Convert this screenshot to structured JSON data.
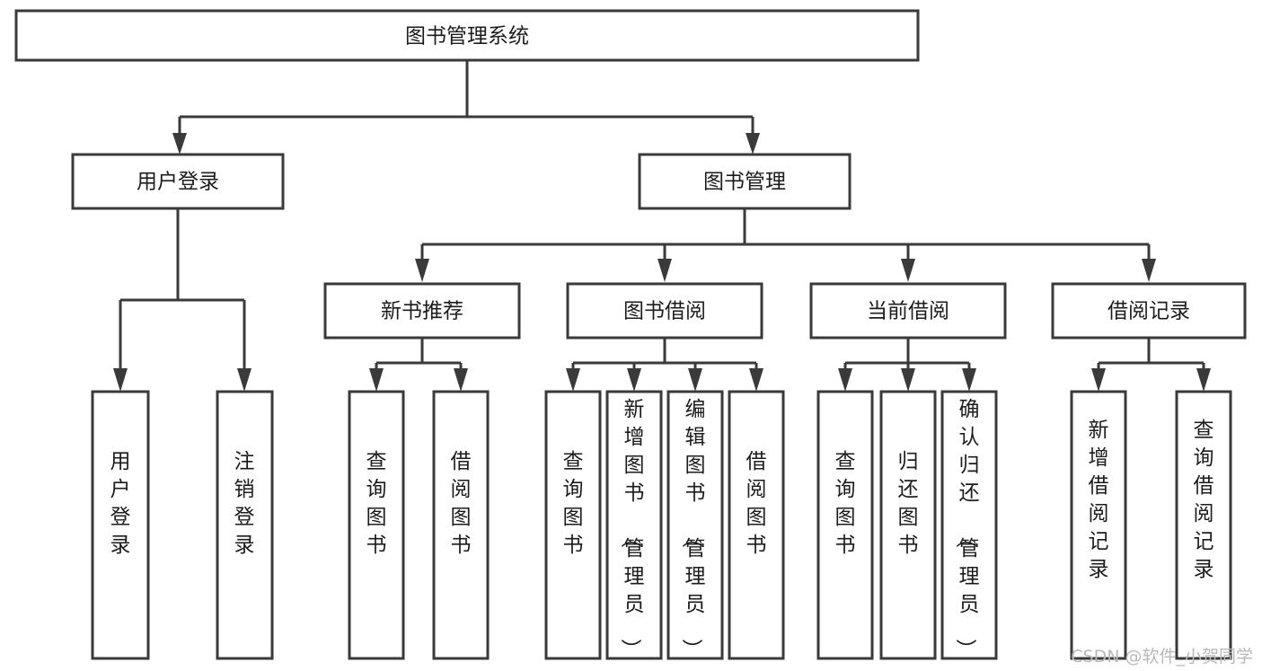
{
  "diagram": {
    "title": "图书管理系统",
    "type": "tree-hierarchy",
    "root": {
      "id": "root",
      "label": "图书管理系统"
    },
    "level2": [
      {
        "id": "user-login",
        "label": "用户登录"
      },
      {
        "id": "book-manage",
        "label": "图书管理"
      }
    ],
    "level3": [
      {
        "id": "new-book-recommend",
        "label": "新书推荐",
        "parent": "book-manage"
      },
      {
        "id": "book-borrow",
        "label": "图书借阅",
        "parent": "book-manage"
      },
      {
        "id": "current-borrow",
        "label": "当前借阅",
        "parent": "book-manage"
      },
      {
        "id": "borrow-record",
        "label": "借阅记录",
        "parent": "book-manage"
      }
    ],
    "leaves": [
      {
        "id": "leaf-user-login",
        "label": "用户登录",
        "parent": "user-login"
      },
      {
        "id": "leaf-logout-login",
        "label": "注销登录",
        "parent": "user-login"
      },
      {
        "id": "leaf-query-book-1",
        "label": "查询图书",
        "parent": "new-book-recommend"
      },
      {
        "id": "leaf-borrow-book-1",
        "label": "借阅图书",
        "parent": "new-book-recommend"
      },
      {
        "id": "leaf-query-book-2",
        "label": "查询图书",
        "parent": "book-borrow"
      },
      {
        "id": "leaf-add-book",
        "label": "新增图书（管理员）",
        "parent": "book-borrow"
      },
      {
        "id": "leaf-edit-book",
        "label": "编辑图书（管理员）",
        "parent": "book-borrow"
      },
      {
        "id": "leaf-borrow-book-2",
        "label": "借阅图书",
        "parent": "book-borrow"
      },
      {
        "id": "leaf-query-book-3",
        "label": "查询图书",
        "parent": "current-borrow"
      },
      {
        "id": "leaf-return-book",
        "label": "归还图书",
        "parent": "current-borrow"
      },
      {
        "id": "leaf-confirm-return",
        "label": "确认归还（管理员）",
        "parent": "current-borrow"
      },
      {
        "id": "leaf-add-record",
        "label": "新增借阅记录",
        "parent": "borrow-record"
      },
      {
        "id": "leaf-query-record",
        "label": "查询借阅记录",
        "parent": "borrow-record"
      }
    ],
    "colors": {
      "stroke": "#3a3a3a",
      "fill": "#ffffff",
      "text": "#1c1c1c",
      "watermark": "#b9b9b9"
    }
  },
  "watermark": {
    "text": "CSDN @软件_小贺同学"
  }
}
